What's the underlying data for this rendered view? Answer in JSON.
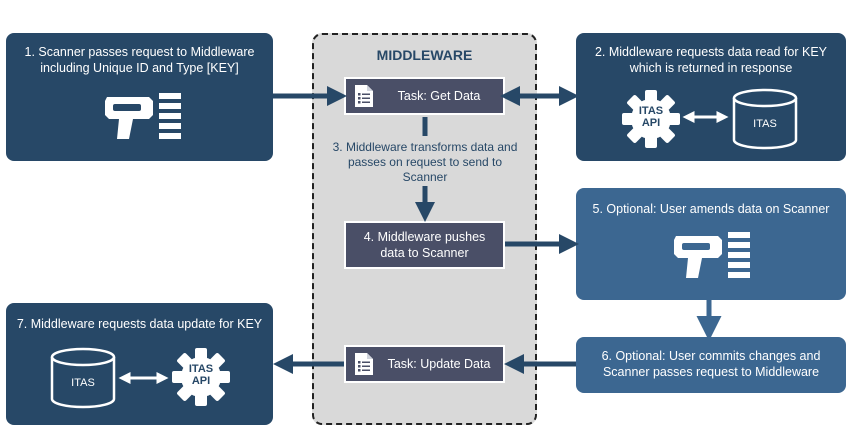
{
  "middleware": {
    "title": "MIDDLEWARE"
  },
  "steps": {
    "s1": "1. Scanner passes request to Middleware including Unique ID and Type [KEY]",
    "s2": "2. Middleware requests data read for KEY which is returned in response",
    "s3": "3. Middleware transforms data and passes on request to send to Scanner",
    "s4": "4. Middleware pushes data to Scanner",
    "s5": "5. Optional: User amends data on Scanner",
    "s6": "6. Optional: User commits changes and Scanner passes request to Middleware",
    "s7": "7. Middleware requests data update for KEY"
  },
  "tasks": {
    "get": "Task: Get Data",
    "update": "Task: Update Data"
  },
  "nodes": {
    "itas_db_top": "ITAS",
    "itas_api_top": "ITAS API",
    "itas_db_bottom": "ITAS",
    "itas_api_bottom": "ITAS API"
  },
  "icons": {
    "scanner": "barcode-scanner-icon",
    "task": "document-list-icon",
    "api": "gear-icon",
    "database": "database-cylinder-icon"
  },
  "colors": {
    "dark_box": "#274867",
    "mid_box": "#3c6791",
    "task_box": "#4a4f67",
    "middleware_bg": "#d9d9d9",
    "arrow": "#274867"
  }
}
